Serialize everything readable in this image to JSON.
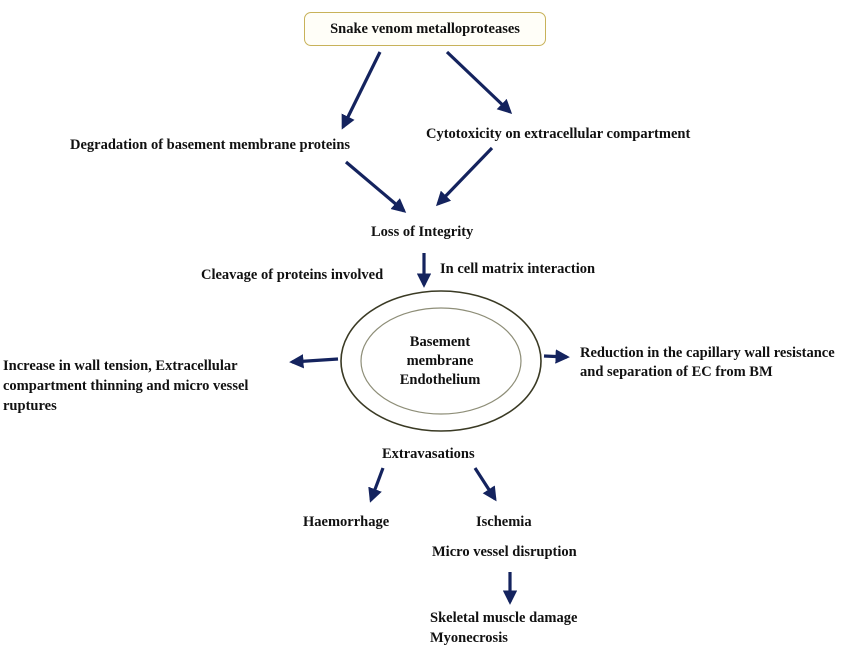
{
  "colors": {
    "arrow": "#14235e",
    "box_border": "#c8b25a",
    "ellipse_outer": "#3a3a24",
    "ellipse_inner": "#8e8e78"
  },
  "diagram": {
    "top_box": "Snake venom metalloproteases",
    "degradation": "Degradation of basement membrane proteins",
    "cytotoxicity": "Cytotoxicity on extracellular compartment",
    "loss_integrity": "Loss of Integrity",
    "cleavage": "Cleavage of proteins involved",
    "cell_matrix": "In cell matrix interaction",
    "center_lines": [
      "Basement",
      "membrane",
      "Endothelium"
    ],
    "left_lines": [
      "Increase in wall tension, Extracellular",
      "compartment thinning and micro vessel",
      "ruptures"
    ],
    "right_lines": [
      "Reduction in the capillary wall resistance",
      "and separation of EC from BM"
    ],
    "extravasations": "Extravasations",
    "haemorrhage": "Haemorrhage",
    "ischemia": "Ischemia",
    "micro_vessel": "Micro vessel disruption",
    "skeletal": "Skeletal muscle damage",
    "myonecrosis": "Myonecrosis"
  }
}
